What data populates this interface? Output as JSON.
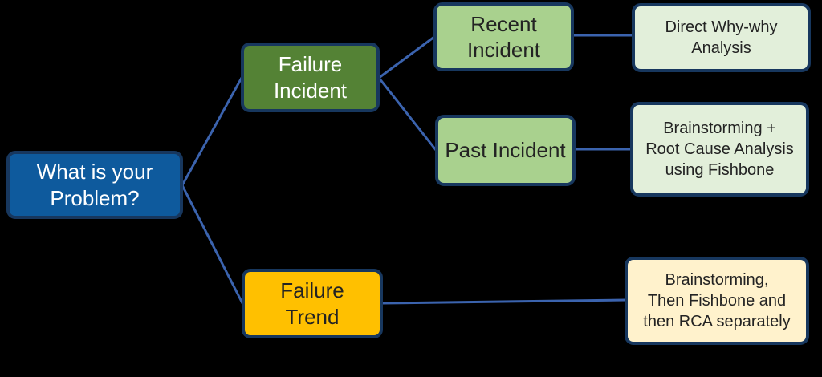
{
  "colors": {
    "background": "#000000",
    "node_border": "#17375E",
    "connector": "#3B63AE",
    "problem_fill": "#0E5A9D",
    "white_text": "#FFFFFF",
    "category_green_fill": "#548235",
    "incident_green_fill": "#A9D18E",
    "method_green_fill": "#E2EFDA",
    "trend_gold_fill": "#FFC000",
    "method_cream_fill": "#FFF2CC",
    "dark_text": "#232323"
  },
  "diagram": {
    "type": "decision-flowchart",
    "nodes": {
      "problem": {
        "lines": [
          "What is your",
          "Problem?"
        ]
      },
      "failure_incident": {
        "lines": [
          "Failure",
          "Incident"
        ]
      },
      "recent_incident": {
        "lines": [
          "Recent",
          "Incident"
        ]
      },
      "past_incident": {
        "lines": [
          "Past Incident"
        ]
      },
      "direct_why_why": {
        "lines": [
          "Direct Why-why",
          "Analysis"
        ]
      },
      "brainstorming_fishbone": {
        "lines": [
          "Brainstorming +",
          "Root Cause Analysis",
          "using Fishbone"
        ]
      },
      "failure_trend": {
        "lines": [
          "Failure",
          "Trend"
        ]
      },
      "brainstorming_separate": {
        "lines": [
          "Brainstorming,",
          "Then Fishbone and",
          "then RCA separately"
        ]
      }
    },
    "edges": [
      {
        "from": "problem",
        "to": "failure_incident"
      },
      {
        "from": "problem",
        "to": "failure_trend"
      },
      {
        "from": "failure_incident",
        "to": "recent_incident"
      },
      {
        "from": "failure_incident",
        "to": "past_incident"
      },
      {
        "from": "recent_incident",
        "to": "direct_why_why"
      },
      {
        "from": "past_incident",
        "to": "brainstorming_fishbone"
      },
      {
        "from": "failure_trend",
        "to": "brainstorming_separate"
      }
    ]
  }
}
